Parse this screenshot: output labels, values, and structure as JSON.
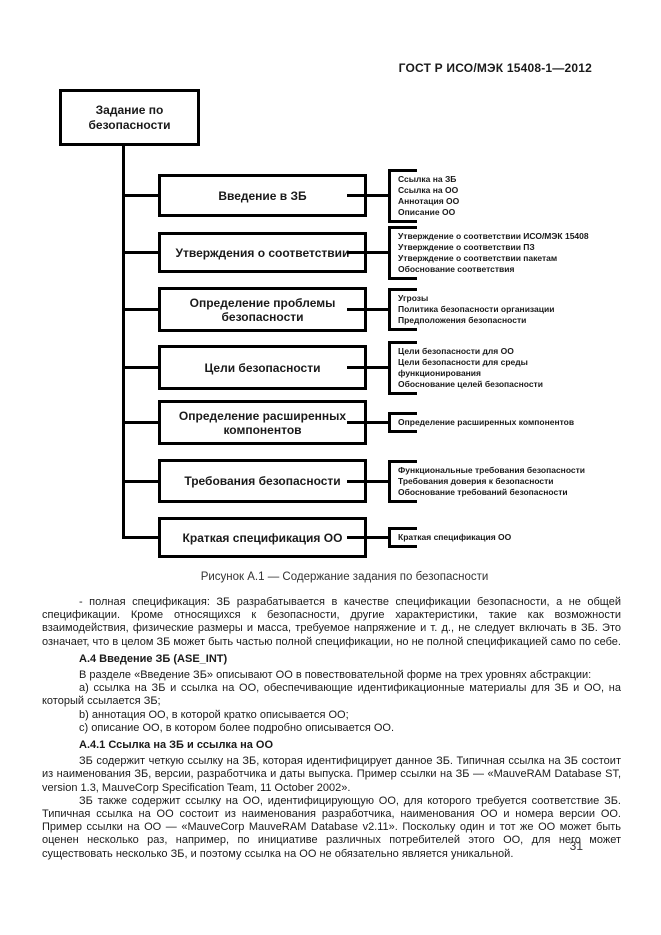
{
  "header": {
    "title": "ГОСТ Р ИСО/МЭК 15408-1—2012"
  },
  "diagram": {
    "root_label": "Задание по безопасности",
    "rows": [
      {
        "label": "Введение в ЗБ",
        "items": [
          "Ссылка на ЗБ",
          "Ссылка на ОО",
          "Аннотация ОО",
          "Описание ОО"
        ]
      },
      {
        "label": "Утверждения о соответствии",
        "items": [
          "Утверждение о соответствии ИСО/МЭК 15408",
          "Утверждение о соответствии ПЗ",
          "Утверждение о соответствии пакетам",
          "Обоснование соответствия"
        ]
      },
      {
        "label": "Определение проблемы безопасности",
        "items": [
          "Угрозы",
          "Политика безопасности организации",
          "Предположения безопасности"
        ]
      },
      {
        "label": "Цели безопасности",
        "items": [
          "Цели безопасности для ОО",
          "Цели безопасности для среды функционирования",
          "Обоснование целей безопасности"
        ]
      },
      {
        "label": "Определение расширенных компонентов",
        "items": [
          "Определение расширенных компонентов"
        ]
      },
      {
        "label": "Требования безопасности",
        "items": [
          "Функциональные требования безопасности",
          "Требования доверия к безопасности",
          "Обоснование требований безопасности"
        ]
      },
      {
        "label": "Краткая спецификация ОО",
        "items": [
          "Краткая спецификация ОО"
        ]
      }
    ],
    "caption": "Рисунок А.1 — Содержание задания по безопасности"
  },
  "body": {
    "para1": "- полная спецификация: ЗБ разрабатывается в качестве спецификации безопасности, а не общей спецификации. Кроме относящихся к безопасности, другие характеристики, такие как возможности взаимодействия, физические размеры и масса, требуемое напряжение и т. д., не следует включать в ЗБ. Это означает, что в целом ЗБ может быть частью полной спецификации, но не полной спецификацией само по себе.",
    "heading_a4": "А.4 Введение ЗБ (ASE_INT)",
    "para2": "В разделе «Введение ЗБ» описывают ОО в повествовательной форме на трех уровнях абстракции:",
    "list": [
      {
        "marker": "a)",
        "text": "ссылка на ЗБ и ссылка на ОО, обеспечивающие идентификационные материалы для ЗБ и ОО, на который ссылается ЗБ;"
      },
      {
        "marker": "b)",
        "text": "аннотация ОО, в которой кратко описывается ОО;"
      },
      {
        "marker": "c)",
        "text": "описание ОО, в котором более подробно описывается ОО."
      }
    ],
    "heading_a41": "А.4.1 Ссылка на ЗБ и ссылка на ОО",
    "para3": "ЗБ содержит четкую ссылку на ЗБ, которая идентифицирует данное ЗБ. Типичная ссылка на ЗБ состоит из наименования ЗБ, версии, разработчика и даты выпуска. Пример ссылки на ЗБ — «MauveRAM Database ST, version 1.3, MauveCorp Specification Team, 11 October 2002».",
    "para4": "ЗБ также содержит ссылку на ОО, идентифицирующую ОО, для которого требуется соответствие ЗБ. Типичная ссылка на ОО состоит из наименования разработчика, наименования ОО и номера версии ОО. Пример ссылки на ОО — «MauveCorp MauveRAM Database v2.11». Поскольку один и тот же ОО может быть оценен несколько раз, например, по инициативе различных потребителей этого ОО, для него может существовать несколько ЗБ, и поэтому ссылка на ОО не обязательно является уникальной."
  },
  "footer": {
    "page_number": "31"
  }
}
